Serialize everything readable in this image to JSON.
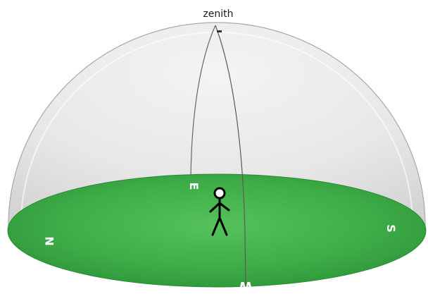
{
  "labels": {
    "zenith": "zenith"
  },
  "compass": {
    "north": "N",
    "east": "E",
    "south": "S",
    "west": "W"
  },
  "colors": {
    "ground_outer": "#2f9a3e",
    "ground_inner": "#4fbf55",
    "dome_fill": "#e6e6e6",
    "dome_edge": "#9a9a9a",
    "meridian": "#555555",
    "figure": "#000000"
  }
}
